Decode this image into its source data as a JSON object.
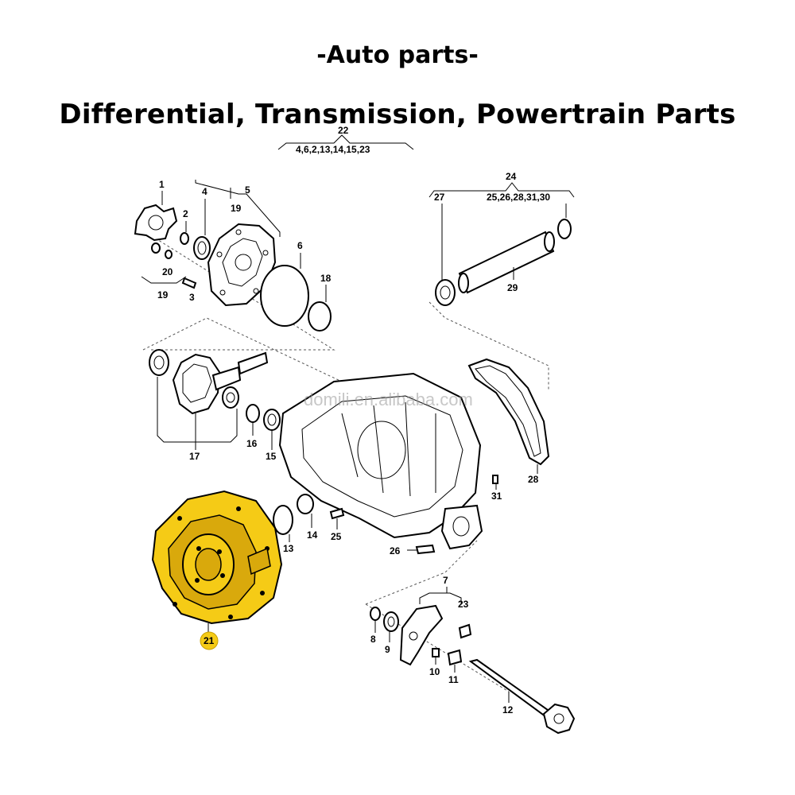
{
  "header": {
    "title": "-Auto parts-",
    "subtitle": "Differential, Transmission, Powertrain Parts"
  },
  "watermark": "domili.en.alibaba.com",
  "highlight_color": "#f5cb16",
  "labels": {
    "p1": "1",
    "p2": "2",
    "p3": "3",
    "p4": "4",
    "p5": "5",
    "p6": "6",
    "p7": "7",
    "p8": "8",
    "p9": "9",
    "p10": "10",
    "p11": "11",
    "p12": "12",
    "p13": "13",
    "p14": "14",
    "p15": "15",
    "p16": "16",
    "p17": "17",
    "p18": "18",
    "p19a": "19",
    "p19b": "19",
    "p20": "20",
    "p21": "21",
    "p22": "22",
    "p22_group": "4,6,2,13,14,15,23",
    "p23": "23",
    "p24": "24",
    "p24_group": "25,26,28,31,30",
    "p25": "25",
    "p26": "26",
    "p27": "27",
    "p28": "28",
    "p29": "29",
    "p31": "31"
  }
}
